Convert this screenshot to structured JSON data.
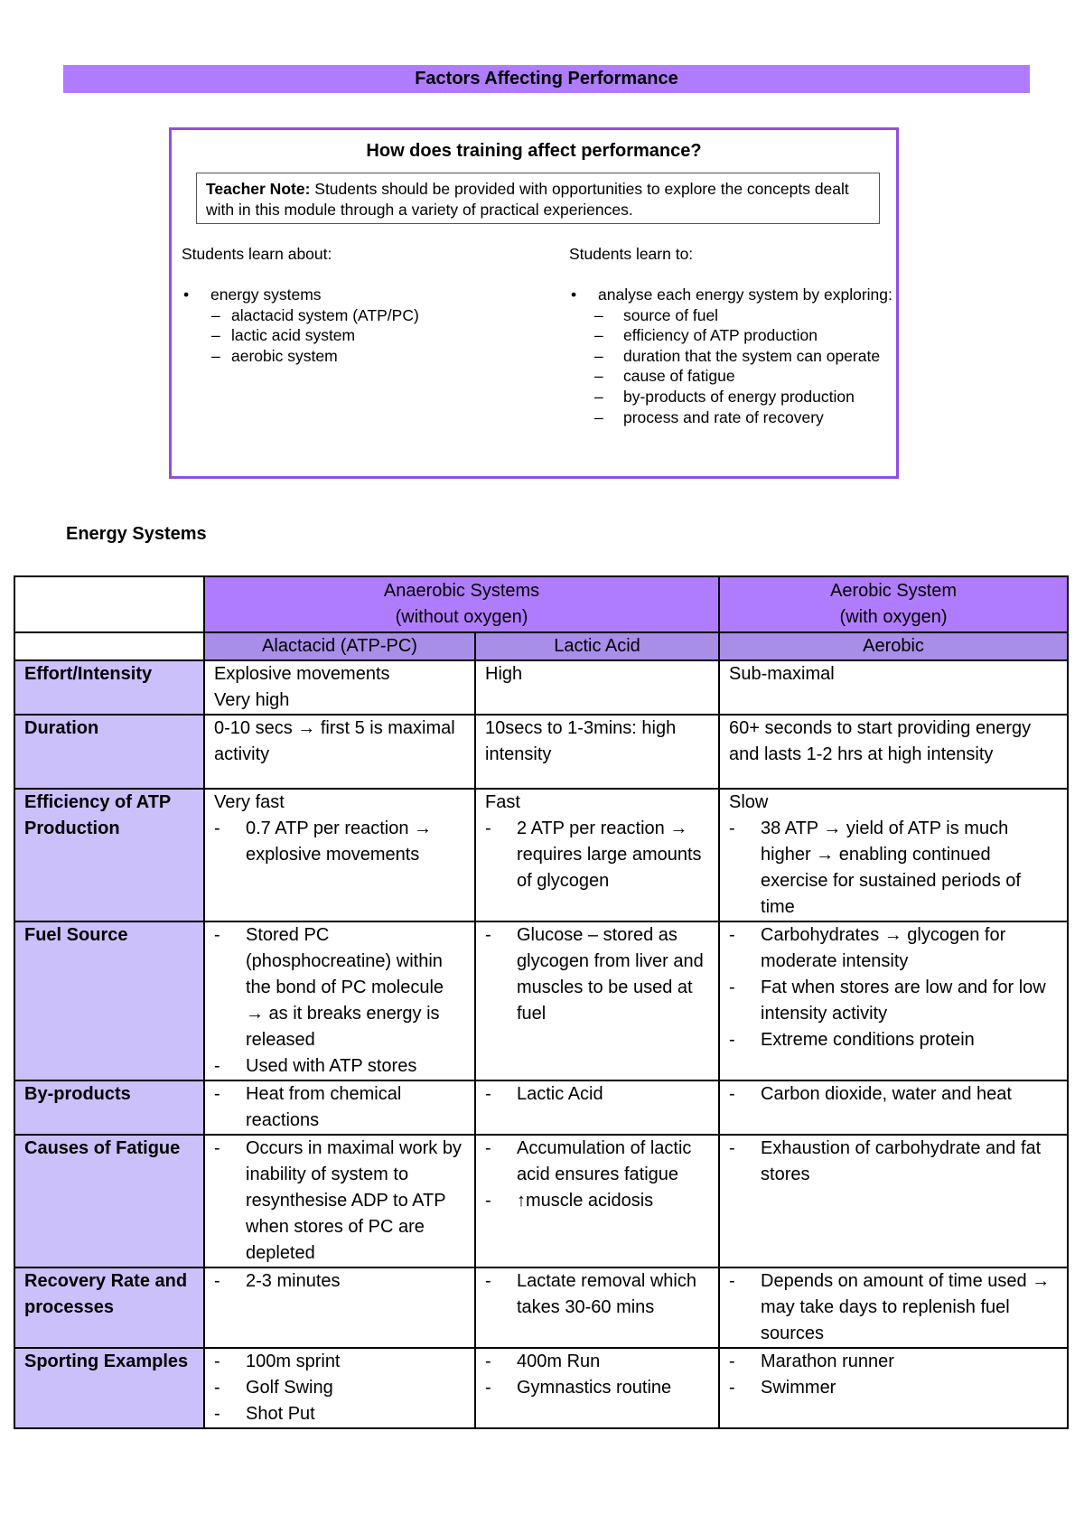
{
  "header": {
    "title": "Factors Affecting Performance"
  },
  "syllabus": {
    "question": "How does training affect performance?",
    "teacher_note_label": "Teacher Note:",
    "teacher_note_text": " Students should be provided with opportunities to explore the concepts dealt with in this module through a variety of practical experiences.",
    "learn_about_heading": "Students learn about:",
    "learn_to_heading": "Students learn to:",
    "learn_about": {
      "bullet": "energy systems",
      "items": [
        "alactacid system (ATP/PC)",
        "lactic acid system",
        "aerobic system"
      ]
    },
    "learn_to": {
      "bullet": "analyse each energy system by exploring:",
      "items": [
        "source of fuel",
        "efficiency of ATP production",
        "duration that the system can operate",
        "cause of fatigue",
        "by-products of energy production",
        "process and rate of recovery"
      ]
    }
  },
  "section_heading": "Energy Systems",
  "table": {
    "group_headers": [
      {
        "line1": "Anaerobic Systems",
        "line2": "(without oxygen)"
      },
      {
        "line1": "Aerobic System",
        "line2": "(with oxygen)"
      }
    ],
    "sub_headers": [
      "Alactacid (ATP-PC)",
      "Lactic Acid",
      "Aerobic"
    ],
    "rows": [
      {
        "label": "Effort/Intensity",
        "cells": [
          {
            "lines": [
              "Explosive movements",
              "Very high"
            ]
          },
          {
            "lines": [
              "High"
            ]
          },
          {
            "lines": [
              "Sub-maximal"
            ]
          }
        ]
      },
      {
        "label": "Duration",
        "cells": [
          {
            "lines": [
              "0-10 secs → first 5 is maximal activity"
            ]
          },
          {
            "lines": [
              "10secs to 1-3mins: high intensity"
            ]
          },
          {
            "lines": [
              "60+ seconds to start providing energy and lasts 1-2 hrs at high intensity"
            ]
          }
        ]
      },
      {
        "label": "Efficiency of ATP Production",
        "cells": [
          {
            "lines": [
              "Very fast"
            ],
            "bullets": [
              "0.7 ATP per reaction → explosive movements"
            ]
          },
          {
            "lines": [
              "Fast"
            ],
            "bullets": [
              "2 ATP per reaction → requires large amounts of glycogen"
            ]
          },
          {
            "lines": [
              "Slow"
            ],
            "bullets": [
              "38 ATP → yield of ATP is much higher → enabling continued exercise for sustained periods of time"
            ]
          }
        ]
      },
      {
        "label": "Fuel Source",
        "cells": [
          {
            "bullets": [
              "Stored PC (phosphocreatine) within the bond of PC molecule → as it breaks energy is released",
              "Used with ATP stores"
            ]
          },
          {
            "bullets": [
              "Glucose – stored as glycogen from liver and muscles to be used at fuel"
            ]
          },
          {
            "bullets": [
              "Carbohydrates → glycogen for moderate intensity",
              "Fat when stores are low and for low intensity activity",
              "Extreme conditions protein"
            ]
          }
        ]
      },
      {
        "label": "By-products",
        "cells": [
          {
            "bullets": [
              "Heat from chemical reactions"
            ]
          },
          {
            "bullets": [
              "Lactic Acid"
            ]
          },
          {
            "bullets": [
              "Carbon dioxide, water and heat"
            ]
          }
        ]
      },
      {
        "label": "Causes of Fatigue",
        "cells": [
          {
            "bullets": [
              "Occurs in maximal work by inability of system to resynthesise ADP to ATP when stores of PC are depleted"
            ]
          },
          {
            "bullets": [
              "Accumulation of lactic acid ensures fatigue",
              "↑muscle acidosis"
            ]
          },
          {
            "bullets": [
              "Exhaustion of carbohydrate and fat stores"
            ]
          }
        ]
      },
      {
        "label": "Recovery Rate and processes",
        "cells": [
          {
            "bullets": [
              "2-3 minutes"
            ]
          },
          {
            "bullets": [
              "Lactate removal which takes 30-60 mins"
            ]
          },
          {
            "bullets": [
              "Depends on amount of time used → may take days to replenish fuel sources"
            ]
          }
        ]
      },
      {
        "label": "Sporting Examples",
        "cells": [
          {
            "bullets": [
              "100m sprint",
              "Golf Swing",
              "Shot Put"
            ]
          },
          {
            "bullets": [
              "400m Run",
              "Gymnastics routine"
            ]
          },
          {
            "bullets": [
              "Marathon runner",
              "Swimmer"
            ]
          }
        ]
      }
    ]
  }
}
